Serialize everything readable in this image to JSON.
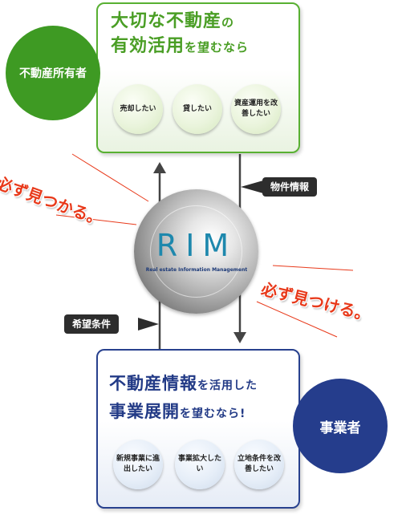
{
  "owner": {
    "circle_label": "不動産所有者",
    "title_line1_big": "大切な不動産",
    "title_line1_small": "の",
    "title_line2_big": "有効活用",
    "title_line2_small": "を望むなら",
    "bubbles": [
      "売却したい",
      "貸したい",
      "資産運用を改善したい"
    ]
  },
  "center": {
    "logo": "RIM",
    "subtitle": "Real estate Information Management"
  },
  "tags": {
    "property_info": "物件情報",
    "desired_conditions": "希望条件"
  },
  "slogans": {
    "left": "必ず見つかる。",
    "right": "必ず見つける。"
  },
  "business": {
    "circle_label": "事業者",
    "title_line1_big": "不動産情報",
    "title_line1_small": "を活用した",
    "title_line2_big": "事業展開",
    "title_line2_small": "を望むなら!",
    "bubbles": [
      "新規事業に進出したい",
      "事業拡大したい",
      "立地条件を改善したい"
    ]
  },
  "colors": {
    "owner_green": "#3e9a23",
    "business_navy": "#253d8c",
    "slogan_red": "#e8391a",
    "logo_blue": "#1e88ad"
  }
}
